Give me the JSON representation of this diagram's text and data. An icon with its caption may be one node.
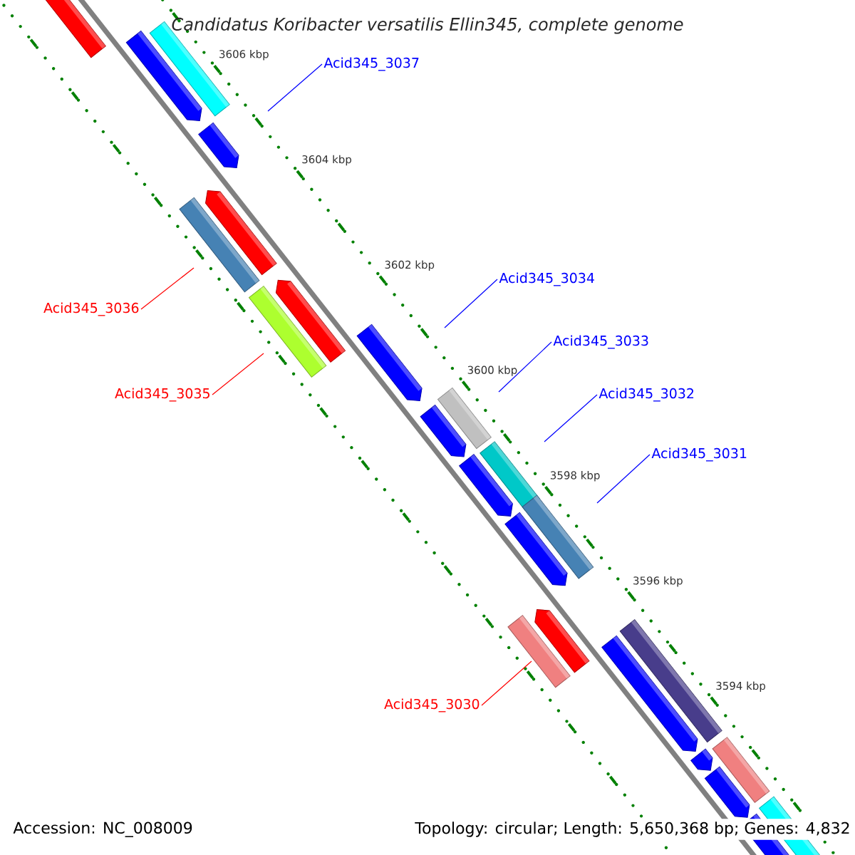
{
  "diagram": {
    "title": "Candidatus Koribacter versatilis Ellin345, complete genome",
    "nodes": [
      {
        "text": [
          "Acid345_3037"
        ]
      },
      {
        "text": [
          "Acid345_3034"
        ]
      },
      {
        "text": [
          "Acid345_3036"
        ]
      },
      {
        "text": [
          "Acid345_3033"
        ]
      },
      {
        "text": [
          "Acid345_3035"
        ]
      },
      {
        "text": [
          "Acid345_3032"
        ]
      },
      {
        "text": [
          "Acid345_3031"
        ]
      },
      {
        "text": [
          "Acid345_3030"
        ]
      }
    ],
    "edges": [
      {
        "from": 0,
        "to": null,
        "arrow": "none"
      },
      {
        "from": 1,
        "to": null,
        "arrow": "none"
      },
      {
        "from": 2,
        "to": null,
        "arrow": "none",
        "color": "#ff0000"
      },
      {
        "from": 3,
        "to": null,
        "arrow": "none"
      },
      {
        "from": 4,
        "to": null,
        "arrow": "none",
        "color": "#ff0000"
      },
      {
        "from": 5,
        "to": null,
        "arrow": "none"
      },
      {
        "from": 6,
        "to": null,
        "arrow": "none"
      },
      {
        "from": 7,
        "to": null,
        "arrow": "none",
        "color": "#ff0000"
      }
    ],
    "labels": [
      "3606 kbp",
      "3604 kbp",
      "3602 kbp",
      "3600 kbp",
      "3598 kbp",
      "3596 kbp",
      "3594 kbp",
      "Accession: NC_008009",
      "Topology: circular; Length: 5,650,368 bp; Genes: 4,832"
    ]
  }
}
